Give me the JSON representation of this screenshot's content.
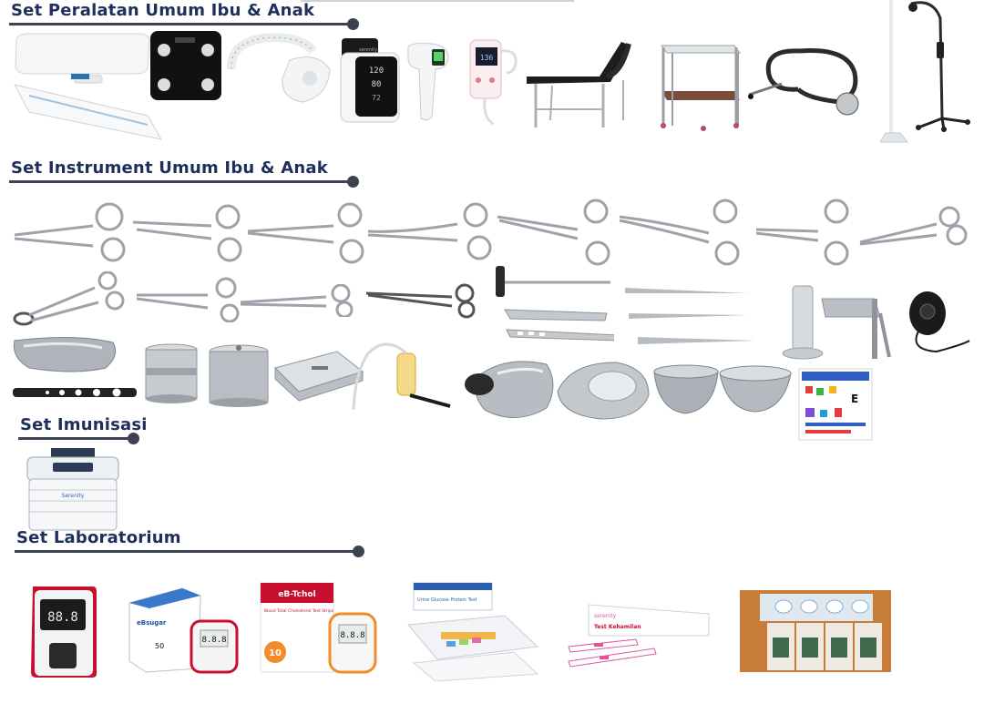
{
  "sections": {
    "peralatan": {
      "title": "Set Peralatan Umum Ibu & Anak"
    },
    "instrument": {
      "title": "Set Instrument Umum  Ibu & Anak"
    },
    "imunisasi": {
      "title": "Set Imunisasi"
    },
    "laboratorium": {
      "title": "Set Laboratorium"
    }
  },
  "colors": {
    "heading": "#1f2f5c",
    "rule": "#3d4250",
    "steel": "#b9bfc7",
    "accent_red": "#c8102e"
  },
  "device_text": {
    "bp_monitor_brand": "serenity",
    "thermometer_reading": "136",
    "cooler_brand": "Serenity",
    "analyzer_display": "88.8",
    "glucose_brand": "eBsugar",
    "glucose_strips_count": "50",
    "glucose_meter_display": "8.8.8",
    "chol_brand": "eB-Tchol",
    "chol_strips_title": "Blood Total Cholesterol Test Strips",
    "chol_strips_count": "10",
    "chol_meter_display": "8.8.8",
    "urine_test_title": "Urine Glucose Protein Test",
    "pregnancy_brand": "serenity",
    "pregnancy_title": "Test Kehamilan"
  }
}
